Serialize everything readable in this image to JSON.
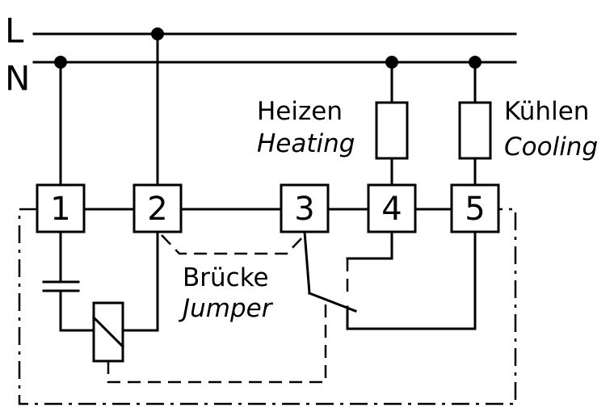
{
  "rails": {
    "line": "L",
    "neutral": "N"
  },
  "terminals": [
    "1",
    "2",
    "3",
    "4",
    "5"
  ],
  "loads": {
    "heating": {
      "de": "Heizen",
      "en": "Heating"
    },
    "cooling": {
      "de": "Kühlen",
      "en": "Cooling"
    }
  },
  "jumper": {
    "de": "Brücke",
    "en": "Jumper"
  }
}
